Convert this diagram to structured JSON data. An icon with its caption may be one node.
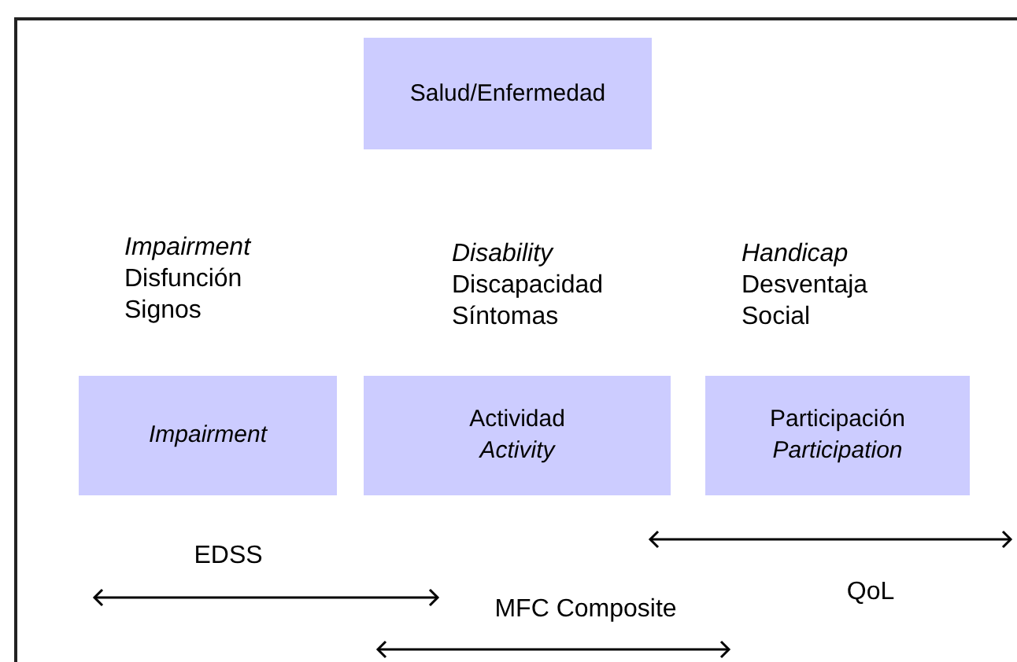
{
  "diagram": {
    "nodes": [
      {
        "text": [
          "Salud/Enfermedad"
        ]
      },
      {
        "text": [
          "*Impairment*"
        ]
      },
      {
        "text": [
          "Actividad",
          "*Activity*"
        ]
      },
      {
        "text": [
          "Participación",
          "*Participation*"
        ]
      }
    ],
    "labels": [
      "*Impairment*",
      "Disfunción",
      "Signos",
      "*Disability*",
      "Discapacidad",
      "Síntomas",
      "*Handicap*",
      "Desventaja",
      "Social",
      "EDSS",
      "MFC Composite",
      "QoL"
    ]
  }
}
